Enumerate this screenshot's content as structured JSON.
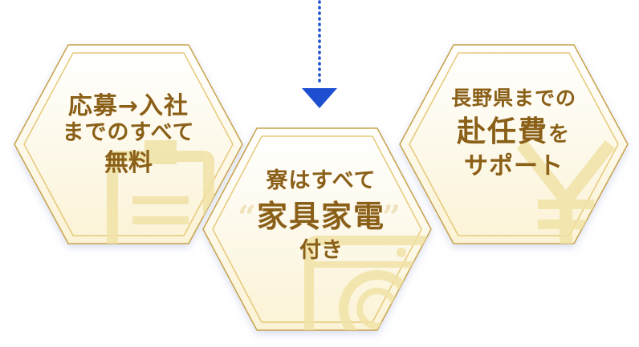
{
  "colors": {
    "gold": "#c9a24a",
    "gold_light": "#e6c979",
    "text": "#8a5f17",
    "arrow": "#1e4fd0",
    "hex_fill_top": "#ffffff",
    "hex_fill_bottom": "#fbf5df",
    "watermark": "#f0e2a6"
  },
  "hexagons": [
    {
      "line1": "応募→入社",
      "line2": "までのすべて",
      "line3": "無料",
      "icon": "document-icon"
    },
    {
      "line1": "寮はすべて",
      "line2": "家具家電",
      "line3": "付き",
      "icon": "washing-machine-icon"
    },
    {
      "line1": "長野県までの",
      "line2_main": "赴任費",
      "line2_small": "を",
      "line3": "サポート",
      "icon": "yen-icon"
    }
  ],
  "quotes": {
    "open": "“",
    "close": "”"
  }
}
